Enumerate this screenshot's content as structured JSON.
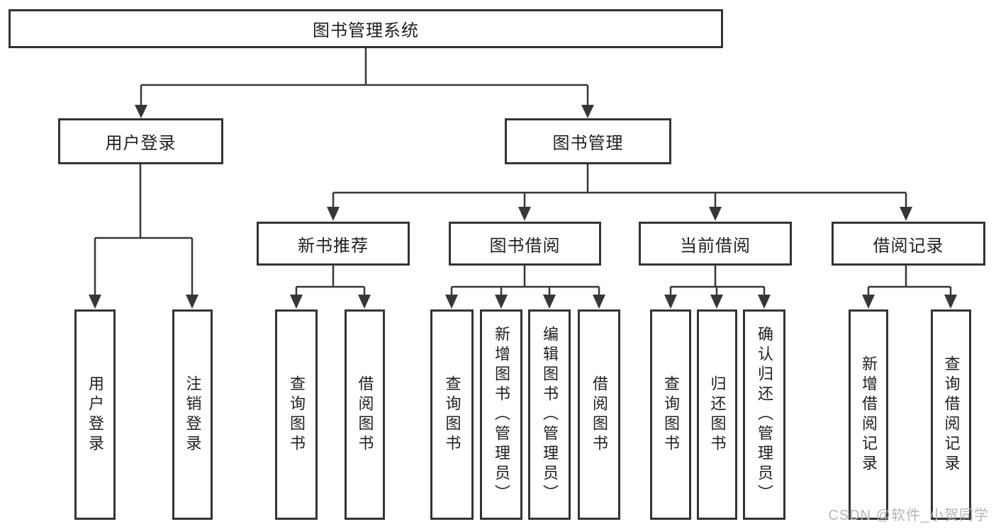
{
  "diagram": {
    "root": {
      "label": "图书管理系统"
    },
    "level2": [
      {
        "label": "用户登录"
      },
      {
        "label": "图书管理"
      }
    ],
    "level3": [
      {
        "label": "新书推荐"
      },
      {
        "label": "图书借阅"
      },
      {
        "label": "当前借阅"
      },
      {
        "label": "借阅记录"
      }
    ],
    "leaves": [
      {
        "label": "用户登录"
      },
      {
        "label": "注销登录"
      },
      {
        "label": "查询图书"
      },
      {
        "label": "借阅图书"
      },
      {
        "label": "查询图书"
      },
      {
        "label": "新增图书（管理员）"
      },
      {
        "label": "编辑图书（管理员）"
      },
      {
        "label": "借阅图书"
      },
      {
        "label": "查询图书"
      },
      {
        "label": "归还图书"
      },
      {
        "label": "确认归还（管理员）"
      },
      {
        "label": "新增借阅记录"
      },
      {
        "label": "查询借阅记录"
      }
    ],
    "colors": {
      "line": "#373737",
      "box_border": "#333333",
      "box_fill": "#ffffff",
      "text": "#1f1f1f",
      "watermark": "#b5b5b5"
    }
  },
  "watermark": {
    "text": "CSDN @软件_小贺同学"
  }
}
